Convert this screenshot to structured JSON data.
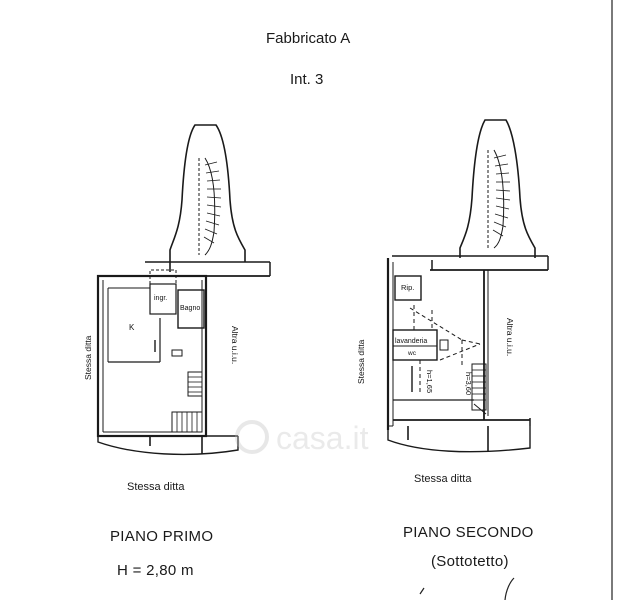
{
  "header": {
    "building": "Fabbricato  A",
    "unit": "Int.  3"
  },
  "floors": {
    "first": {
      "name": "PIANO PRIMO",
      "height": "H = 2,80 m",
      "rooms": {
        "kitchen": "K",
        "entry": "ingr.",
        "bath": "Bagno"
      },
      "neighbors": {
        "left": "Stessa ditta",
        "right": "Altra  u.i.u.",
        "bottom": "Stessa ditta"
      }
    },
    "second": {
      "name": "PIANO SECONDO",
      "subtitle": "(Sottotetto)",
      "rooms": {
        "storage": "Rip.",
        "laundry": "lavanderia",
        "wc": "wc"
      },
      "heights": {
        "low": "h=1,65",
        "high": "h=3,60"
      },
      "neighbors": {
        "left": "Stessa ditta",
        "right": "Altra  u.i.u.",
        "bottom": "Stessa ditta"
      }
    }
  },
  "watermark": "casa.it",
  "colors": {
    "ink": "#1a1a1a",
    "watermark": "#d9d9d9"
  }
}
